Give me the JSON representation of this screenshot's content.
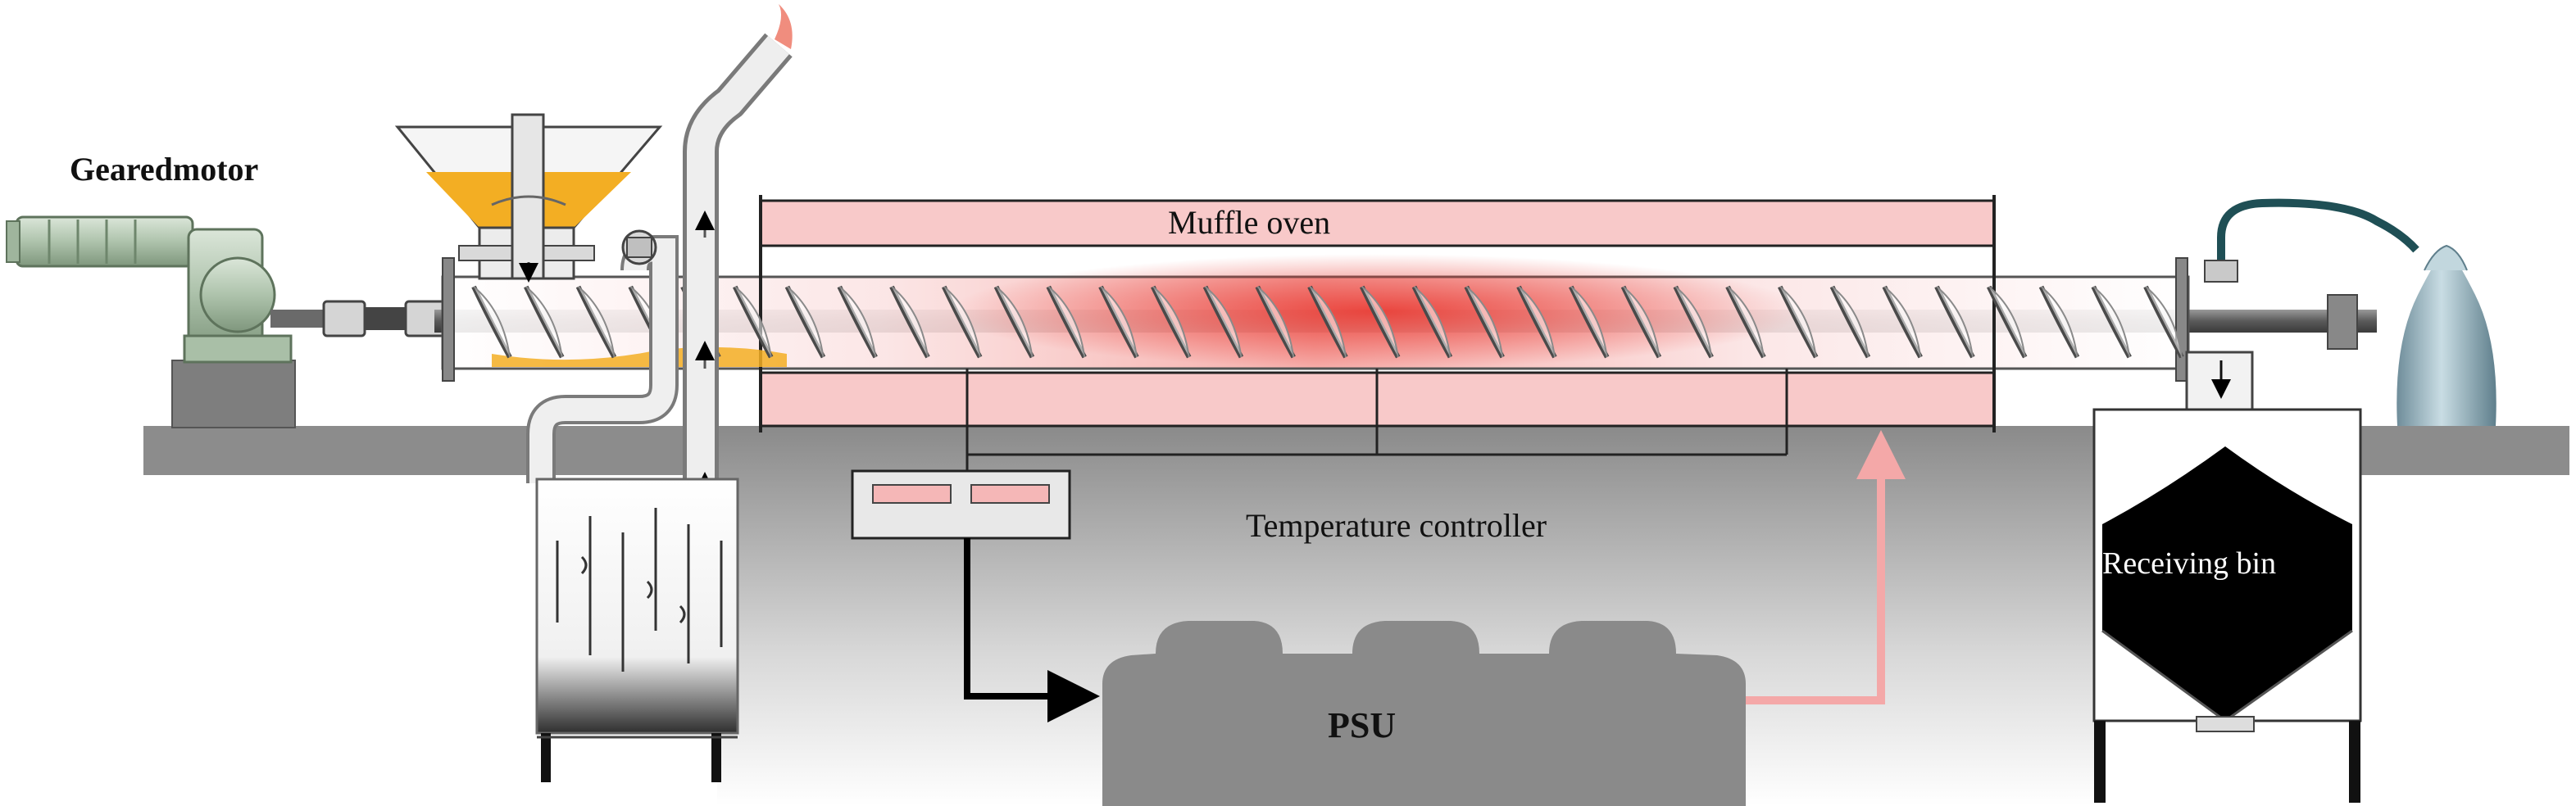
{
  "labels": {
    "geared_motor": "Gearedmotor",
    "muffle_oven": "Muffle oven",
    "temperature_controller": "Temperature controller",
    "receiving_bin": "Receiving bin",
    "psu": "PSU"
  },
  "colors": {
    "oven_fill": "#f7c7c7",
    "hot_zone": "#e8322a",
    "feed": "#f3ae23",
    "ground": "#8e8e8e",
    "motor": "#b9cbb7",
    "shaft": "#6c6c6c",
    "bin": "#000000",
    "condenser": "#9db7c2",
    "hose": "#1f4f55",
    "heat_arrow": "#f4a8a8",
    "signal": "#000000"
  },
  "icons": {
    "motor": "geared-motor-icon",
    "hopper": "feed-hopper-icon",
    "condenser": "condenser-bell-icon",
    "heat_flow": "heat-flow-arrow-icon",
    "signal_flow": "signal-arrow-icon"
  },
  "screw": {
    "flight_count": 33
  }
}
